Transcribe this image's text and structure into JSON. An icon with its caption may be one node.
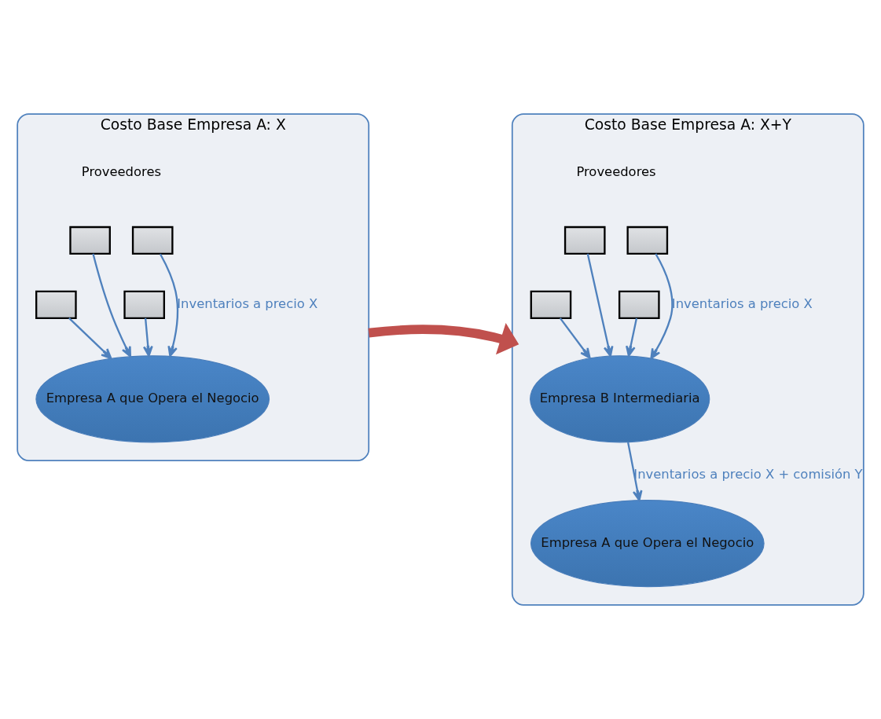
{
  "diagram": {
    "nodes": [
      {
        "text": [
          "Costo Base Empresa A: X"
        ]
      },
      {
        "text": [],
        "shape": "box",
        "in": 0
      },
      {
        "text": [],
        "shape": "box",
        "in": 0
      },
      {
        "text": [],
        "shape": "box",
        "in": 0
      },
      {
        "text": [],
        "shape": "box",
        "in": 0
      },
      {
        "text": [
          "Empresa A que Opera el Negocio"
        ],
        "in": 0
      },
      {
        "text": [
          "Costo Base Empresa A: X+Y"
        ]
      },
      {
        "text": [],
        "shape": "box",
        "in": 6
      },
      {
        "text": [],
        "shape": "box",
        "in": 6
      },
      {
        "text": [],
        "shape": "box",
        "in": 6
      },
      {
        "text": [],
        "shape": "box",
        "in": 6
      },
      {
        "text": [
          "Empresa B Intermediaria"
        ],
        "in": 6
      },
      {
        "text": [
          "Empresa A que Opera el Negocio"
        ],
        "in": 6
      }
    ],
    "edges": [
      {
        "from": 1,
        "to": 5,
        "arrow": "to"
      },
      {
        "from": 3,
        "to": 5,
        "arrow": "to"
      },
      {
        "from": 4,
        "to": 5,
        "arrow": "to"
      },
      {
        "from": 2,
        "to": 5,
        "arrow": "to",
        "label": "Inventarios a precio X"
      },
      {
        "from": 7,
        "to": 11,
        "arrow": "to"
      },
      {
        "from": 9,
        "to": 11,
        "arrow": "to"
      },
      {
        "from": 10,
        "to": 11,
        "arrow": "to"
      },
      {
        "from": 8,
        "to": 11,
        "arrow": "to",
        "label": "Inventarios a precio X"
      },
      {
        "from": 11,
        "to": 12,
        "arrow": "to",
        "label": "Inventarios a precio X + comisión Y"
      },
      {
        "from": 0,
        "to": 6,
        "arrow": "to",
        "style": "thick",
        "color": "#c0504d"
      }
    ],
    "labels": [
      "Proveedores",
      "Proveedores"
    ]
  }
}
